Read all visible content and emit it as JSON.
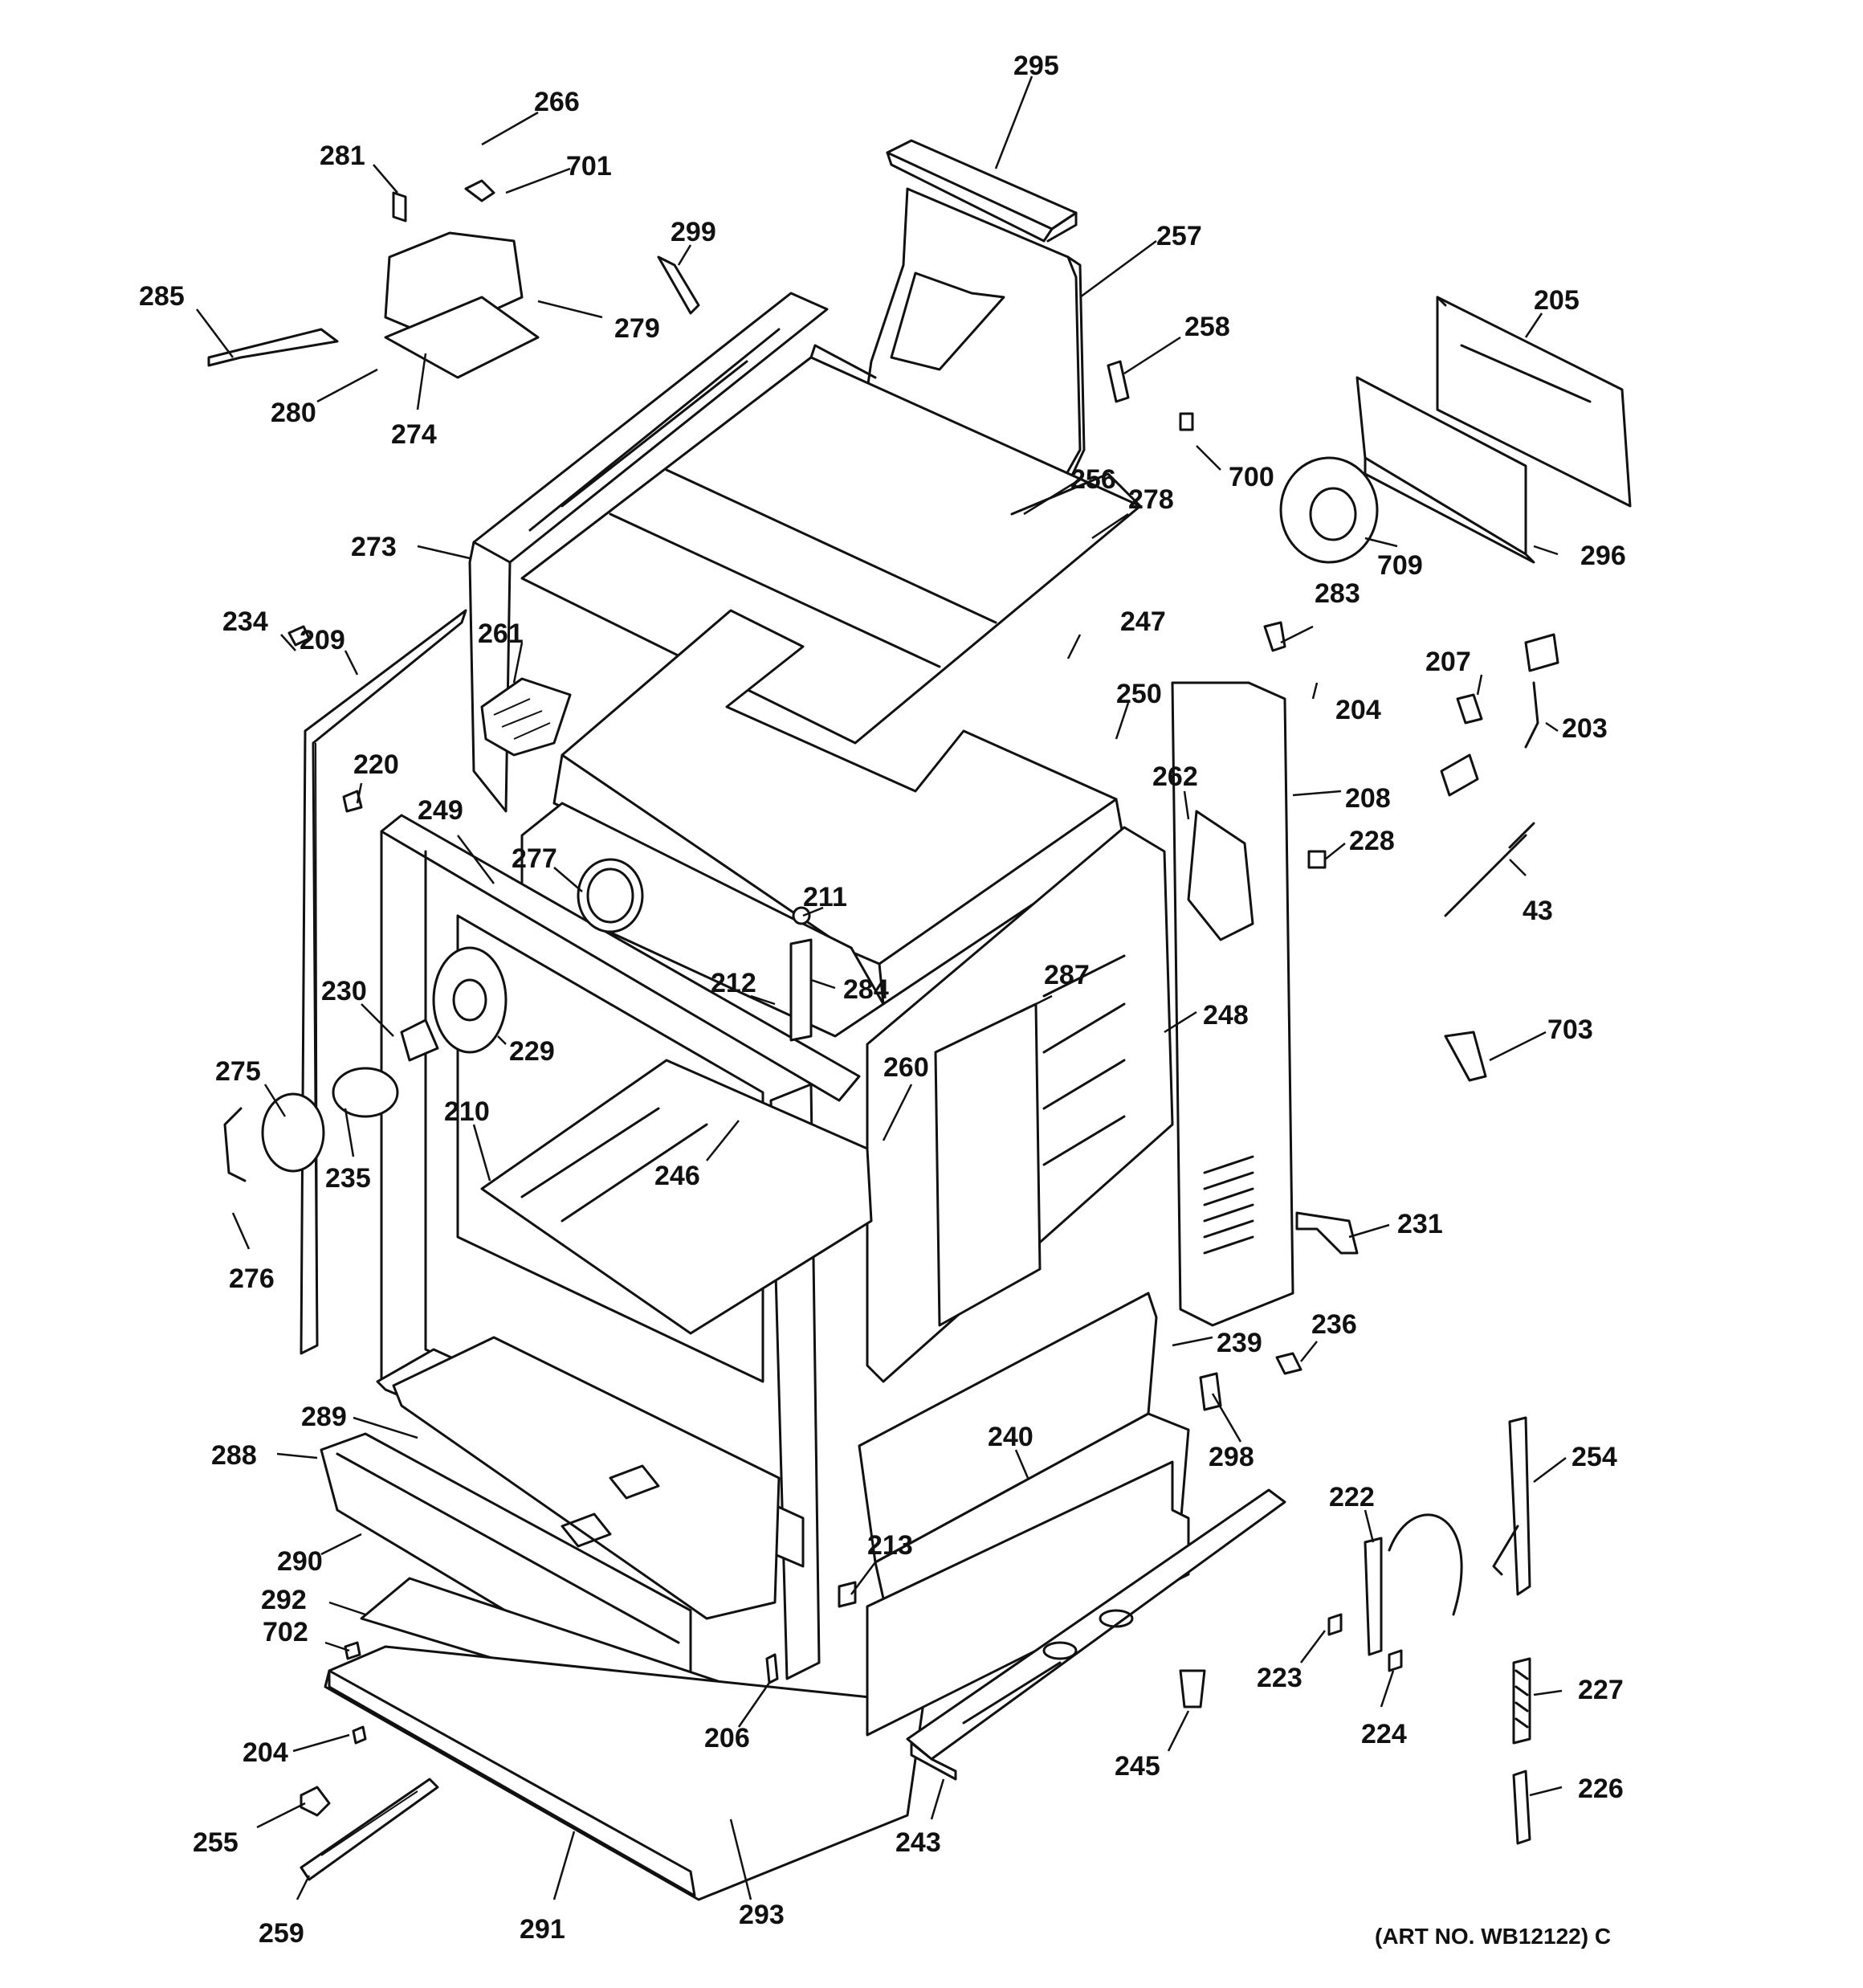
{
  "art_number": "(ART NO. WB12122) C",
  "callouts": [
    {
      "id": "295",
      "label": "295"
    },
    {
      "id": "266",
      "label": "266"
    },
    {
      "id": "281",
      "label": "281"
    },
    {
      "id": "701",
      "label": "701"
    },
    {
      "id": "299",
      "label": "299"
    },
    {
      "id": "257",
      "label": "257"
    },
    {
      "id": "285",
      "label": "285"
    },
    {
      "id": "279",
      "label": "279"
    },
    {
      "id": "258",
      "label": "258"
    },
    {
      "id": "205",
      "label": "205"
    },
    {
      "id": "280",
      "label": "280"
    },
    {
      "id": "274",
      "label": "274"
    },
    {
      "id": "700",
      "label": "700"
    },
    {
      "id": "256",
      "label": "256"
    },
    {
      "id": "278",
      "label": "278"
    },
    {
      "id": "273",
      "label": "273"
    },
    {
      "id": "709",
      "label": "709"
    },
    {
      "id": "296",
      "label": "296"
    },
    {
      "id": "234",
      "label": "234"
    },
    {
      "id": "209",
      "label": "209"
    },
    {
      "id": "261",
      "label": "261"
    },
    {
      "id": "283",
      "label": "283"
    },
    {
      "id": "247",
      "label": "247"
    },
    {
      "id": "207",
      "label": "207"
    },
    {
      "id": "204a",
      "label": "204"
    },
    {
      "id": "250",
      "label": "250"
    },
    {
      "id": "203",
      "label": "203"
    },
    {
      "id": "220",
      "label": "220"
    },
    {
      "id": "262",
      "label": "262"
    },
    {
      "id": "208",
      "label": "208"
    },
    {
      "id": "249",
      "label": "249"
    },
    {
      "id": "228",
      "label": "228"
    },
    {
      "id": "277",
      "label": "277"
    },
    {
      "id": "211",
      "label": "211"
    },
    {
      "id": "43",
      "label": "43"
    },
    {
      "id": "230",
      "label": "230"
    },
    {
      "id": "212",
      "label": "212"
    },
    {
      "id": "284",
      "label": "284"
    },
    {
      "id": "287",
      "label": "287"
    },
    {
      "id": "248",
      "label": "248"
    },
    {
      "id": "229",
      "label": "229"
    },
    {
      "id": "703",
      "label": "703"
    },
    {
      "id": "275",
      "label": "275"
    },
    {
      "id": "260",
      "label": "260"
    },
    {
      "id": "210",
      "label": "210"
    },
    {
      "id": "235",
      "label": "235"
    },
    {
      "id": "246",
      "label": "246"
    },
    {
      "id": "231",
      "label": "231"
    },
    {
      "id": "276",
      "label": "276"
    },
    {
      "id": "236",
      "label": "236"
    },
    {
      "id": "239",
      "label": "239"
    },
    {
      "id": "289",
      "label": "289"
    },
    {
      "id": "240",
      "label": "240"
    },
    {
      "id": "254",
      "label": "254"
    },
    {
      "id": "288",
      "label": "288"
    },
    {
      "id": "298",
      "label": "298"
    },
    {
      "id": "222",
      "label": "222"
    },
    {
      "id": "213",
      "label": "213"
    },
    {
      "id": "290",
      "label": "290"
    },
    {
      "id": "292",
      "label": "292"
    },
    {
      "id": "702",
      "label": "702"
    },
    {
      "id": "223",
      "label": "223"
    },
    {
      "id": "227",
      "label": "227"
    },
    {
      "id": "206",
      "label": "206"
    },
    {
      "id": "224",
      "label": "224"
    },
    {
      "id": "204b",
      "label": "204"
    },
    {
      "id": "245",
      "label": "245"
    },
    {
      "id": "226",
      "label": "226"
    },
    {
      "id": "255",
      "label": "255"
    },
    {
      "id": "243",
      "label": "243"
    },
    {
      "id": "259",
      "label": "259"
    },
    {
      "id": "291",
      "label": "291"
    },
    {
      "id": "293",
      "label": "293"
    }
  ]
}
